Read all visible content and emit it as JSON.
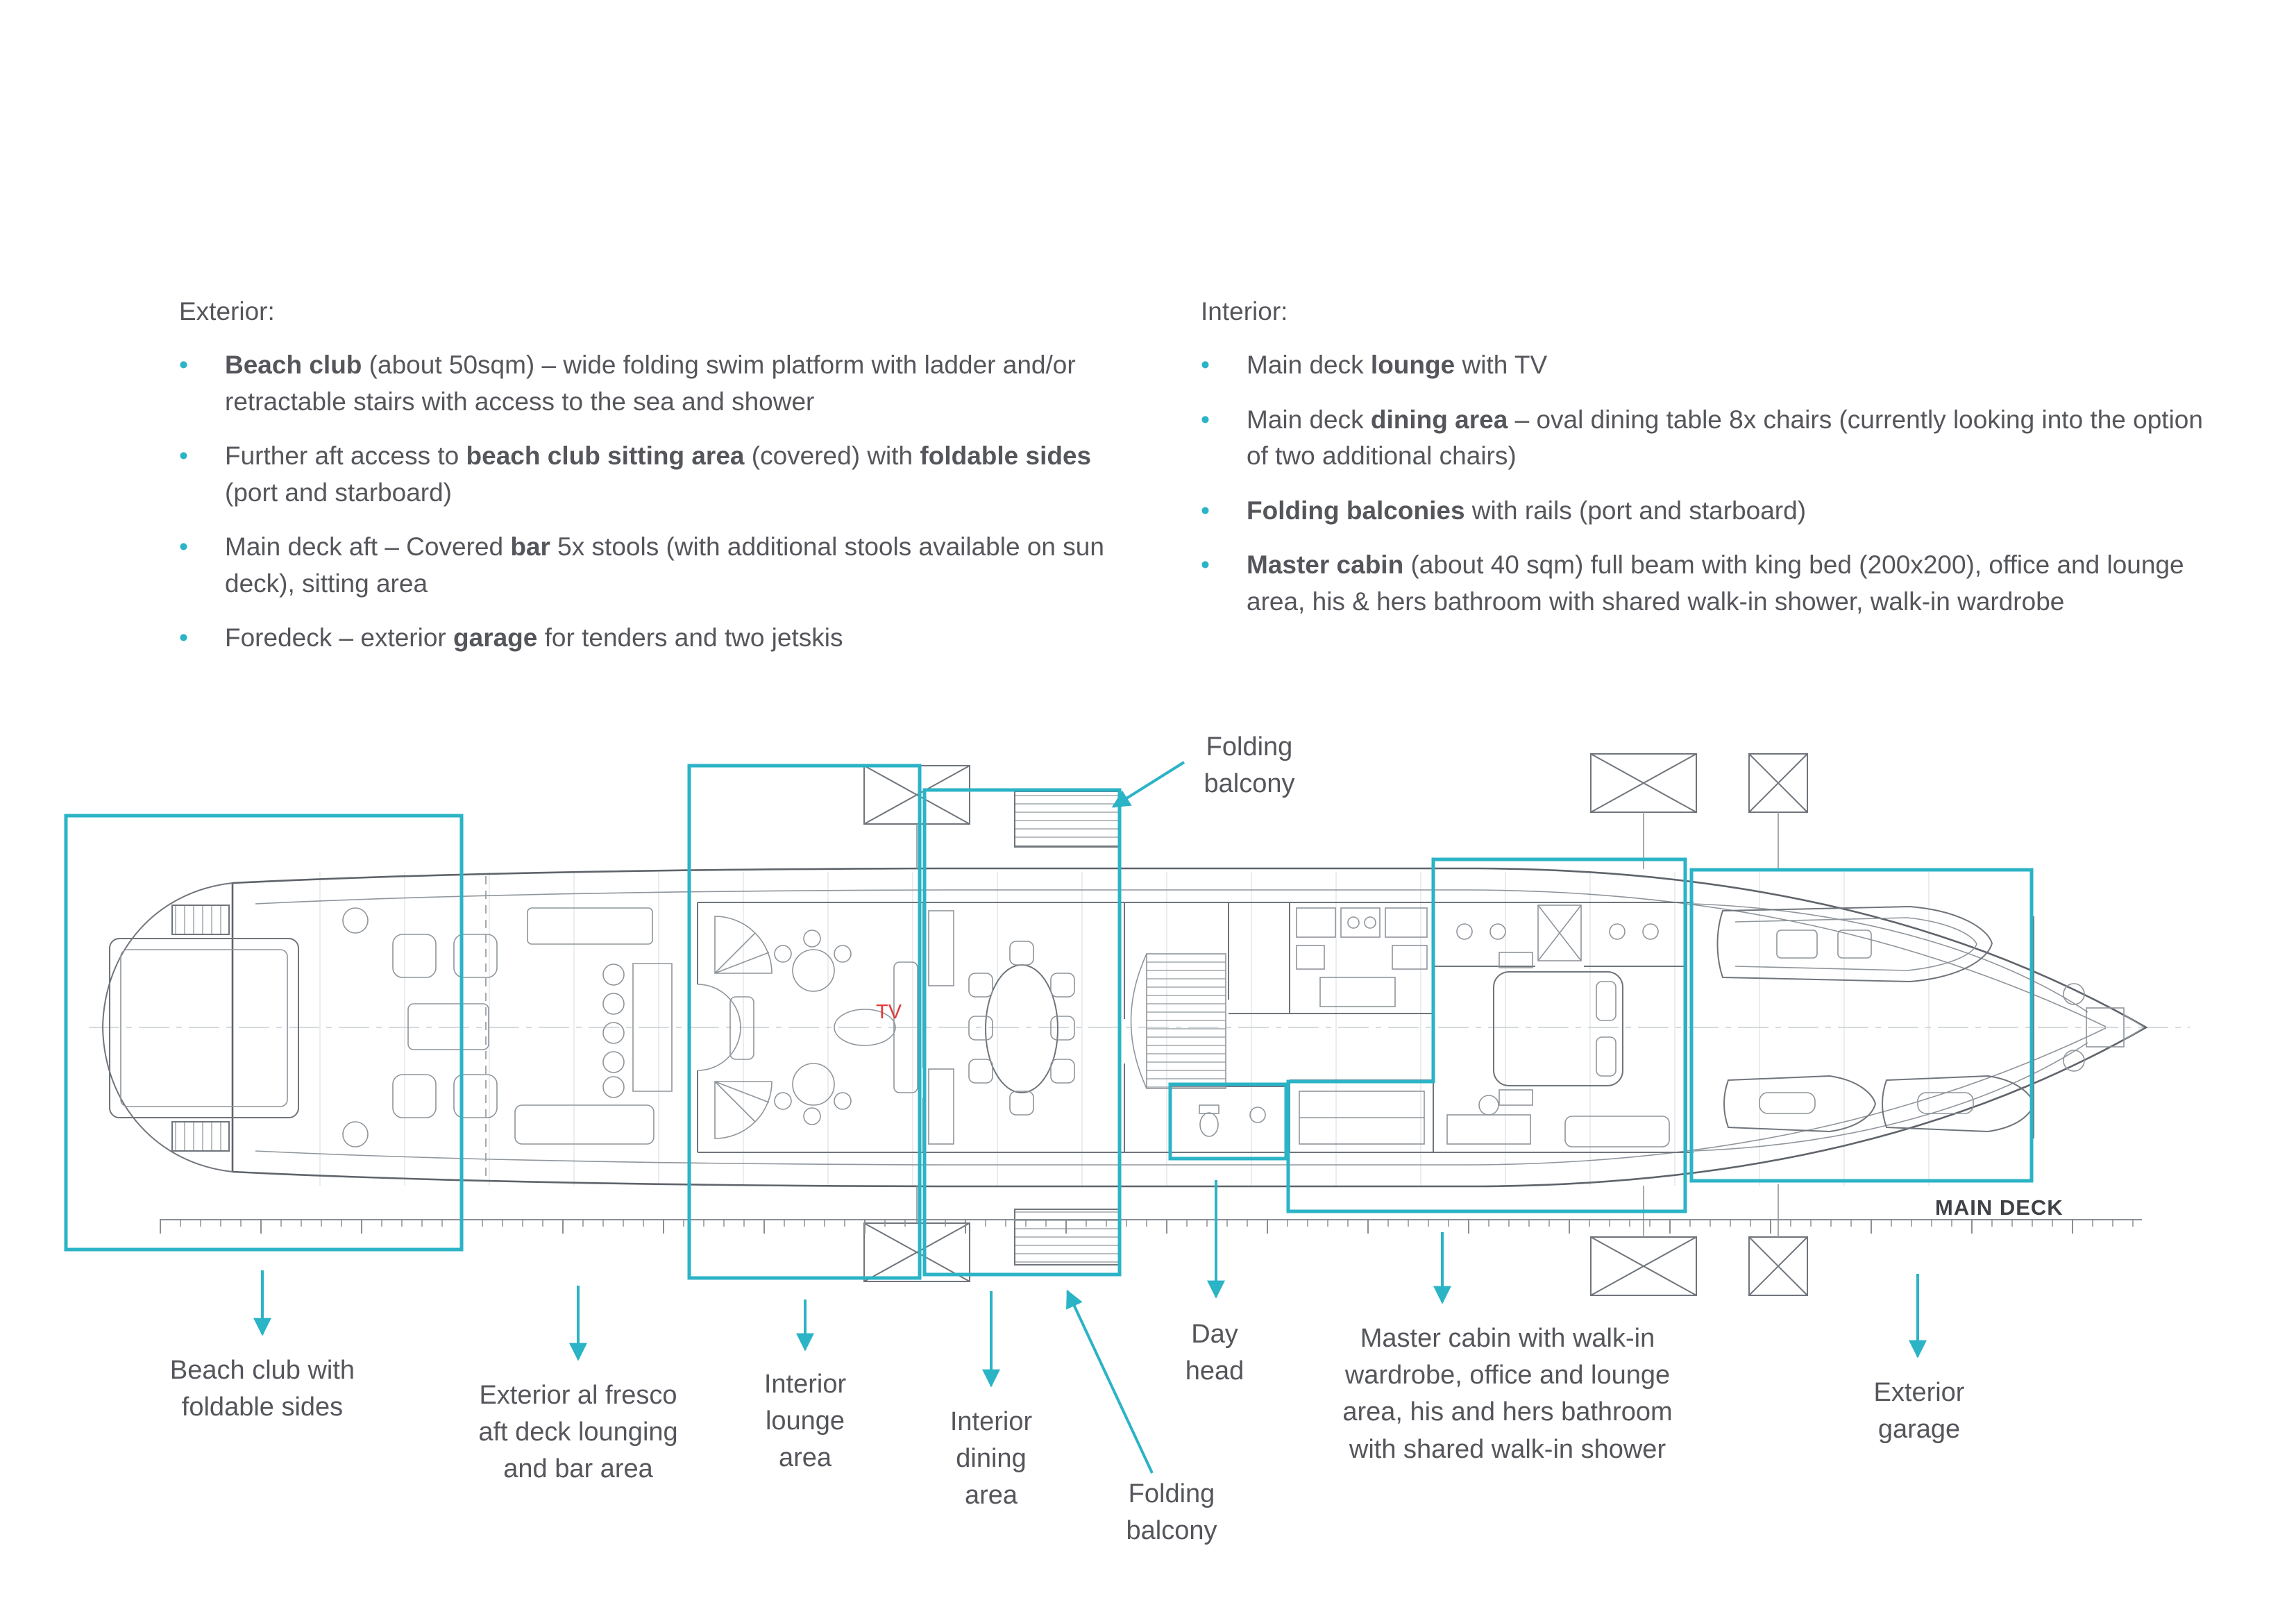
{
  "colors": {
    "accent": "#2bb3c6",
    "text": "#55565b",
    "tv": "#e03a3a"
  },
  "exterior": {
    "heading": "Exterior:",
    "items": [
      {
        "segments": [
          {
            "t": "Beach club",
            "b": true
          },
          {
            "t": " (about 50sqm) – wide folding swim platform with ladder and/or retractable stairs with access to the sea and shower",
            "b": false
          }
        ]
      },
      {
        "segments": [
          {
            "t": "Further aft access to ",
            "b": false
          },
          {
            "t": "beach club sitting area",
            "b": true
          },
          {
            "t": " (covered) with ",
            "b": false
          },
          {
            "t": "foldable sides",
            "b": true
          },
          {
            "t": " (port and starboard)",
            "b": false
          }
        ]
      },
      {
        "segments": [
          {
            "t": "Main deck aft – Covered ",
            "b": false
          },
          {
            "t": "bar",
            "b": true
          },
          {
            "t": " 5x stools (with additional stools available on sun deck), sitting area",
            "b": false
          }
        ]
      },
      {
        "segments": [
          {
            "t": "Foredeck – exterior ",
            "b": false
          },
          {
            "t": "garage",
            "b": true
          },
          {
            "t": " for tenders and two jetskis",
            "b": false
          }
        ]
      }
    ]
  },
  "interior": {
    "heading": "Interior:",
    "items": [
      {
        "segments": [
          {
            "t": "Main deck ",
            "b": false
          },
          {
            "t": "lounge",
            "b": true
          },
          {
            "t": " with TV",
            "b": false
          }
        ]
      },
      {
        "segments": [
          {
            "t": "Main deck ",
            "b": false
          },
          {
            "t": "dining area",
            "b": true
          },
          {
            "t": " – oval dining table 8x chairs (currently looking into the option of two additional chairs)",
            "b": false
          }
        ]
      },
      {
        "segments": [
          {
            "t": "Folding balconies",
            "b": true
          },
          {
            "t": " with rails (port and starboard)",
            "b": false
          }
        ]
      },
      {
        "segments": [
          {
            "t": "Master cabin",
            "b": true
          },
          {
            "t": " (about 40 sqm) full beam with king bed (200x200), office and lounge area, his & hers bathroom with shared walk-in shower, walk-in wardrobe",
            "b": false
          }
        ]
      }
    ]
  },
  "plan": {
    "deck_label": "MAIN DECK",
    "tv_label": "TV"
  },
  "callouts": {
    "folding_balcony_top": "Folding\nbalcony",
    "beach_club": "Beach club with\nfoldable sides",
    "al_fresco": "Exterior al fresco\naft deck lounging\nand bar area",
    "interior_lounge": "Interior\nlounge\narea",
    "interior_dining": "Interior\ndining\narea",
    "folding_balcony_bottom": "Folding\nbalcony",
    "day_head": "Day\nhead",
    "master_cabin": "Master cabin with walk-in\nwardrobe, office and lounge\narea, his and hers bathroom\nwith shared walk-in shower",
    "exterior_garage": "Exterior\ngarage"
  }
}
